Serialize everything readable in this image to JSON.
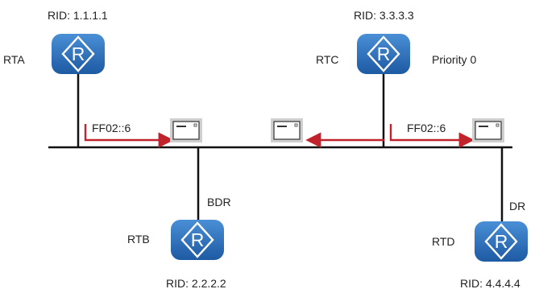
{
  "routers": {
    "rta": {
      "name": "RTA",
      "rid": "RID: 1.1.1.1",
      "icon": "router-icon"
    },
    "rtb": {
      "name": "RTB",
      "rid": "RID: 2.2.2.2",
      "role": "BDR",
      "icon": "router-icon"
    },
    "rtc": {
      "name": "RTC",
      "rid": "RID: 3.3.3.3",
      "priority": "Priority 0",
      "icon": "router-icon"
    },
    "rtd": {
      "name": "RTD",
      "rid": "RID: 4.4.4.4",
      "role": "DR",
      "icon": "router-icon"
    }
  },
  "arrows": {
    "left_label": "FF02::6",
    "right_label": "FF02::6"
  },
  "colors": {
    "router_fill": "#2f6fb8",
    "bus_line": "#111111",
    "arrow": "#c0232b",
    "packet_frame": "#cfcfcf"
  }
}
